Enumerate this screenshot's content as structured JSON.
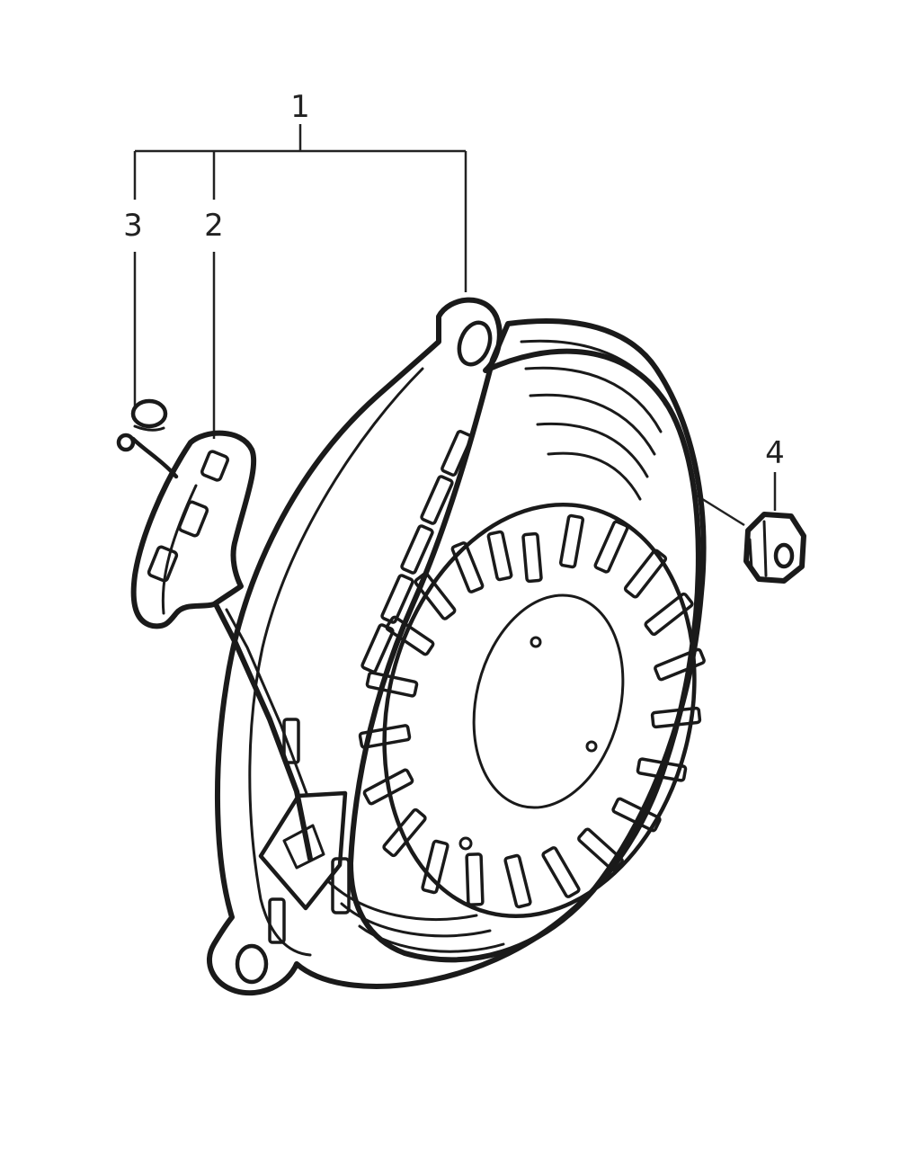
{
  "diagram": {
    "callouts": [
      {
        "id": "1",
        "label": "1"
      },
      {
        "id": "2",
        "label": "2"
      },
      {
        "id": "3",
        "label": "3"
      },
      {
        "id": "4",
        "label": "4"
      }
    ],
    "parts": [
      {
        "callout": "1",
        "icon": "recoil-starter-assembly-icon"
      },
      {
        "callout": "2",
        "icon": "starter-grip-handle-icon"
      },
      {
        "callout": "3",
        "icon": "rope-knot-clip-icon"
      },
      {
        "callout": "4",
        "icon": "flange-nut-icon"
      }
    ],
    "colors": {
      "ink": "#1a1a1a",
      "background": "#ffffff"
    }
  }
}
